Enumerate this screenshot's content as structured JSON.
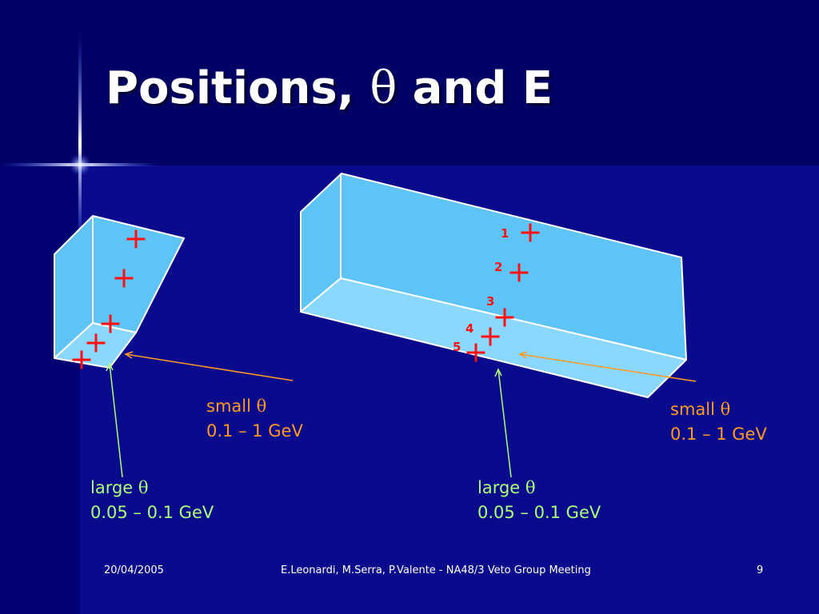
{
  "slide": {
    "title_prefix": "Positions, ",
    "title_symbol": "θ",
    "title_suffix": " and E"
  },
  "annotations": {
    "left_small": {
      "word": "small",
      "symbol": "θ",
      "range": "0.1 – 1 GeV",
      "color": "#ff9a1f"
    },
    "left_large": {
      "word": "large",
      "symbol": "θ",
      "range": "0.05 – 0.1 GeV",
      "color": "#aaff77"
    },
    "right_small": {
      "word": "small",
      "symbol": "θ",
      "range": "0.1 – 1 GeV",
      "color": "#ff9a1f"
    },
    "right_large": {
      "word": "large",
      "symbol": "θ",
      "range": "0.05 – 0.1 GeV",
      "color": "#aaff77"
    }
  },
  "markers": {
    "labels": [
      "1",
      "2",
      "3",
      "4",
      "5"
    ],
    "color": "#ff1010"
  },
  "colors": {
    "box_face": "#66ccff",
    "box_edge": "#ffffff",
    "background": "#0a0a8c"
  },
  "footer": {
    "date": "20/04/2005",
    "center": "E.Leonardi, M.Serra, P.Valente - NA48/3 Veto Group Meeting",
    "page": "9"
  }
}
